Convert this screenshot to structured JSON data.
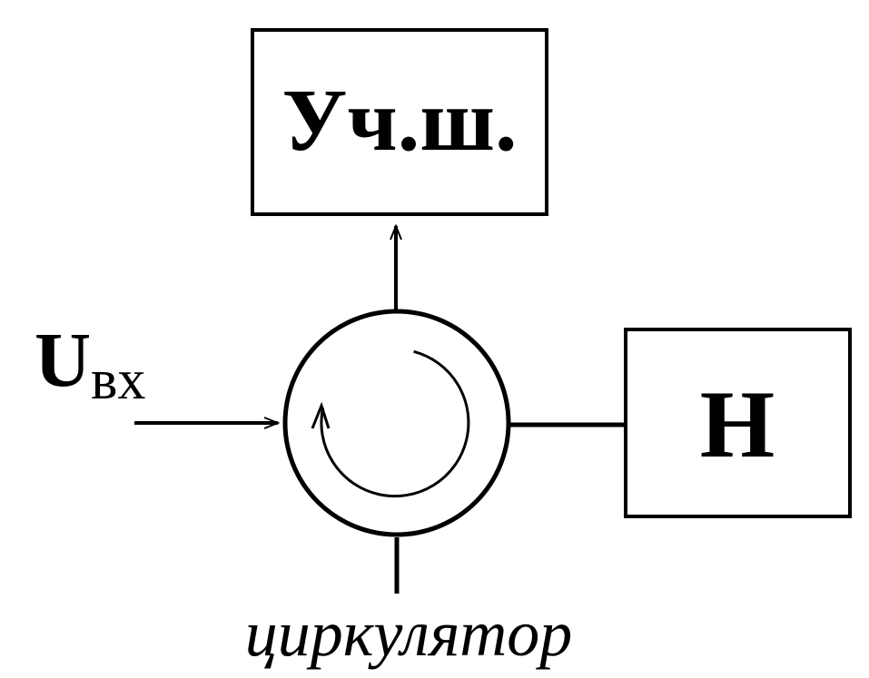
{
  "blocks": {
    "amplifier_label": "Уч.ш.",
    "load_label": "Н"
  },
  "input": {
    "symbol": "U",
    "subscript": "вх"
  },
  "circulator": {
    "caption": "циркулятор"
  },
  "colors": {
    "stroke": "#000000",
    "background": "#ffffff"
  }
}
